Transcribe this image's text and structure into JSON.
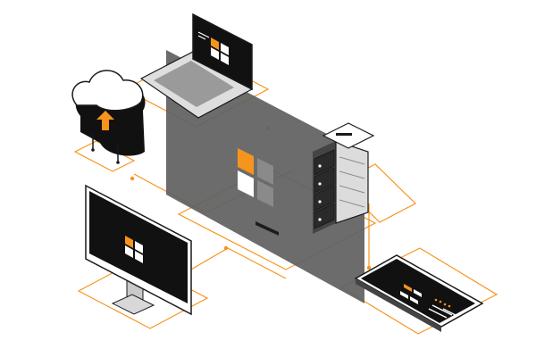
{
  "colors": {
    "accent": "#f7941d",
    "panel": "#6b6b6b",
    "device_dark": "#111111",
    "device_light": "#ffffff",
    "tile_light": "#e6e6e6",
    "tile_mid": "#9a9a9a",
    "outline": "#1a1a1a"
  },
  "devices": [
    {
      "id": "laptop",
      "icon": "laptop-icon"
    },
    {
      "id": "cloud",
      "icon": "cloud-upload-icon"
    },
    {
      "id": "monitor",
      "icon": "monitor-icon"
    },
    {
      "id": "server",
      "icon": "server-rack-icon"
    },
    {
      "id": "tablet",
      "icon": "tablet-icon"
    },
    {
      "id": "hub",
      "icon": "central-panel-logo-icon"
    }
  ],
  "logo": {
    "name": "four-tile-logo-icon"
  }
}
